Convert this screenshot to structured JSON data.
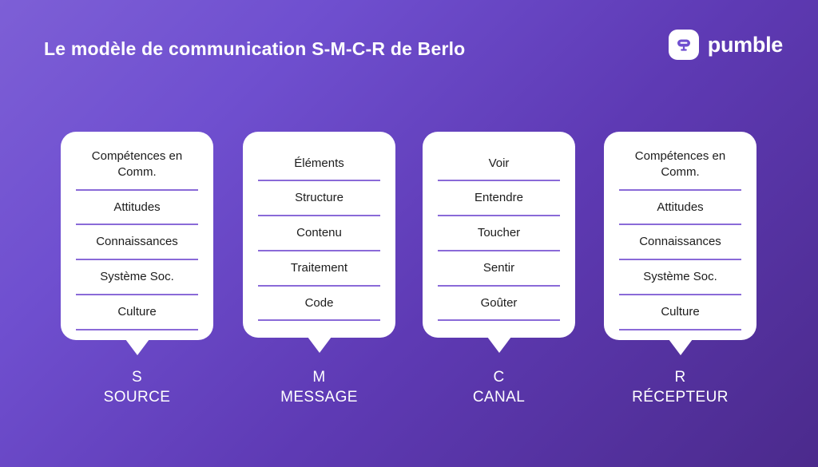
{
  "header": {
    "title": "Le modèle de communication S-M-C-R de Berlo",
    "brand_name": "pumble",
    "brand_icon": "pumble-chat-bubble-icon"
  },
  "theme": {
    "background_start": "#7d5fd6",
    "background_end": "#4b2a8c",
    "card_background": "#ffffff",
    "divider_color": "#8a6ad8",
    "text_on_card": "#1c1c1c",
    "text_on_background": "#ffffff"
  },
  "columns": [
    {
      "letter": "S",
      "word": "SOURCE",
      "items": [
        "Compétences en Comm.",
        "Attitudes",
        "Connaissances",
        "Système Soc.",
        "Culture"
      ]
    },
    {
      "letter": "M",
      "word": "MESSAGE",
      "items": [
        "Éléments",
        "Structure",
        "Contenu",
        "Traitement",
        "Code"
      ]
    },
    {
      "letter": "C",
      "word": "CANAL",
      "items": [
        "Voir",
        "Entendre",
        "Toucher",
        "Sentir",
        "Goûter"
      ]
    },
    {
      "letter": "R",
      "word": "RÉCEPTEUR",
      "items": [
        "Compétences en Comm.",
        "Attitudes",
        "Connaissances",
        "Système Soc.",
        "Culture"
      ]
    }
  ]
}
